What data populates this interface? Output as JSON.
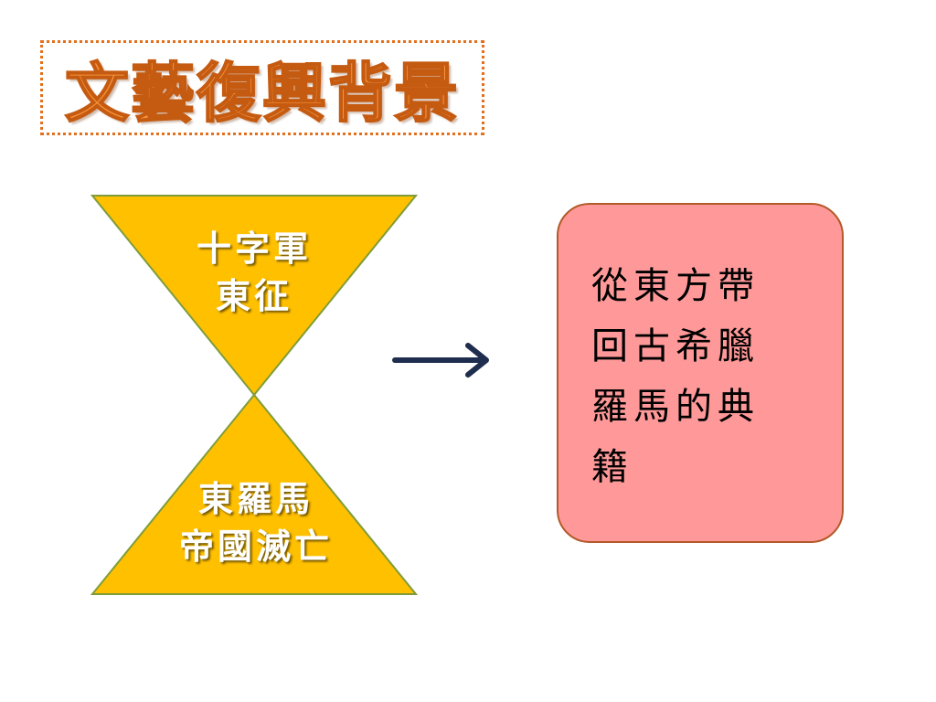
{
  "title": "文藝復興背景",
  "hourglass": {
    "top_label_lines": [
      "十字軍",
      "東征"
    ],
    "bottom_label_lines": [
      "東羅馬",
      "帝國滅亡"
    ],
    "fill_color": "#ffc000",
    "stroke_color": "#7f9c3a"
  },
  "arrow": {
    "color": "#1f2d4e"
  },
  "result": {
    "lines": [
      "從東方帶",
      "回古希臘",
      "羅馬的典",
      "籍"
    ],
    "fill_color": "#ff9999",
    "border_color": "#b35a2a"
  },
  "colors": {
    "title_fill": "#f6923a",
    "title_stroke": "#c55a11",
    "title_border": "#e3701d"
  }
}
